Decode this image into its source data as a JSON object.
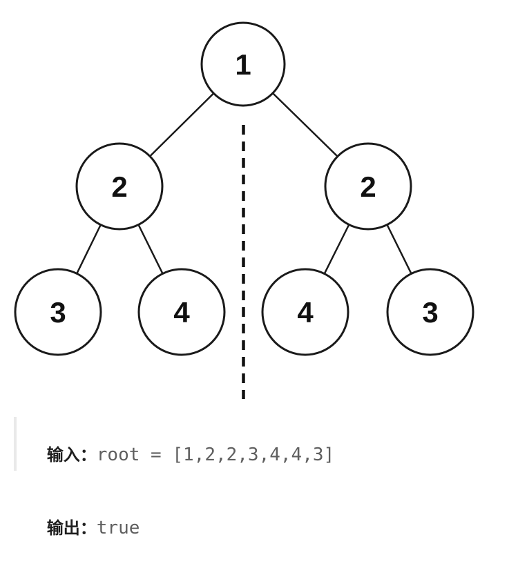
{
  "figure": {
    "description_name": "symmetric-binary-tree-diagram",
    "tree": {
      "nodes": [
        {
          "id": "root",
          "value": "1"
        },
        {
          "id": "left-2",
          "value": "2"
        },
        {
          "id": "right-2",
          "value": "2"
        },
        {
          "id": "left-3",
          "value": "3"
        },
        {
          "id": "left-4",
          "value": "4"
        },
        {
          "id": "right-4",
          "value": "4"
        },
        {
          "id": "right-3",
          "value": "3"
        }
      ],
      "edges": [
        [
          "root",
          "left-2"
        ],
        [
          "root",
          "right-2"
        ],
        [
          "left-2",
          "left-3"
        ],
        [
          "left-2",
          "left-4"
        ],
        [
          "right-2",
          "right-4"
        ],
        [
          "right-2",
          "right-3"
        ]
      ],
      "symmetry_axis": "vertical-dashed-line"
    }
  },
  "example": {
    "input_label": "输入：",
    "input_value": "root = [1,2,2,3,4,4,3]",
    "output_label": "输出：",
    "output_value": "true"
  },
  "colors": {
    "background": "#ffffff",
    "tree_stroke": "#1a1a1a",
    "node_text": "#111111",
    "label_text": "#1f1f1f",
    "code_text": "#5f5f5f",
    "quote_bar": "#e9e9e9"
  }
}
